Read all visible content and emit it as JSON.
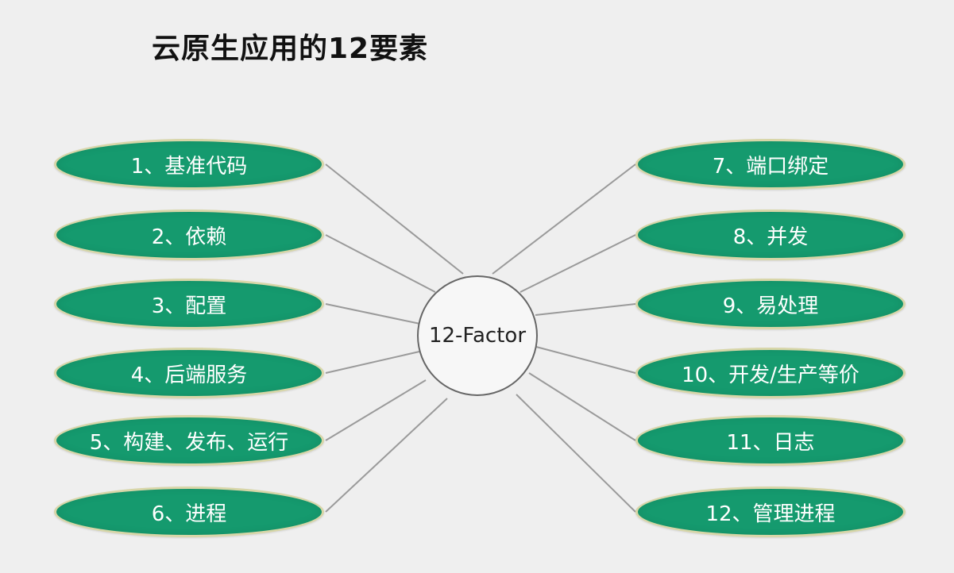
{
  "title": "云原生应用的12要素",
  "center_label": "12-Factor",
  "colors": {
    "node_fill": "#159a6e",
    "node_border": "#d8d6a8",
    "connector": "#9a9a9a",
    "background": "#efefef"
  },
  "left_factors": [
    {
      "label": "1、基准代码"
    },
    {
      "label": "2、依赖"
    },
    {
      "label": "3、配置"
    },
    {
      "label": "4、后端服务"
    },
    {
      "label": "5、构建、发布、运行"
    },
    {
      "label": "6、进程"
    }
  ],
  "right_factors": [
    {
      "label": "7、端口绑定"
    },
    {
      "label": "8、并发"
    },
    {
      "label": "9、易处理"
    },
    {
      "label": "10、开发/生产等价"
    },
    {
      "label": "11、日志"
    },
    {
      "label": "12、管理进程"
    }
  ]
}
